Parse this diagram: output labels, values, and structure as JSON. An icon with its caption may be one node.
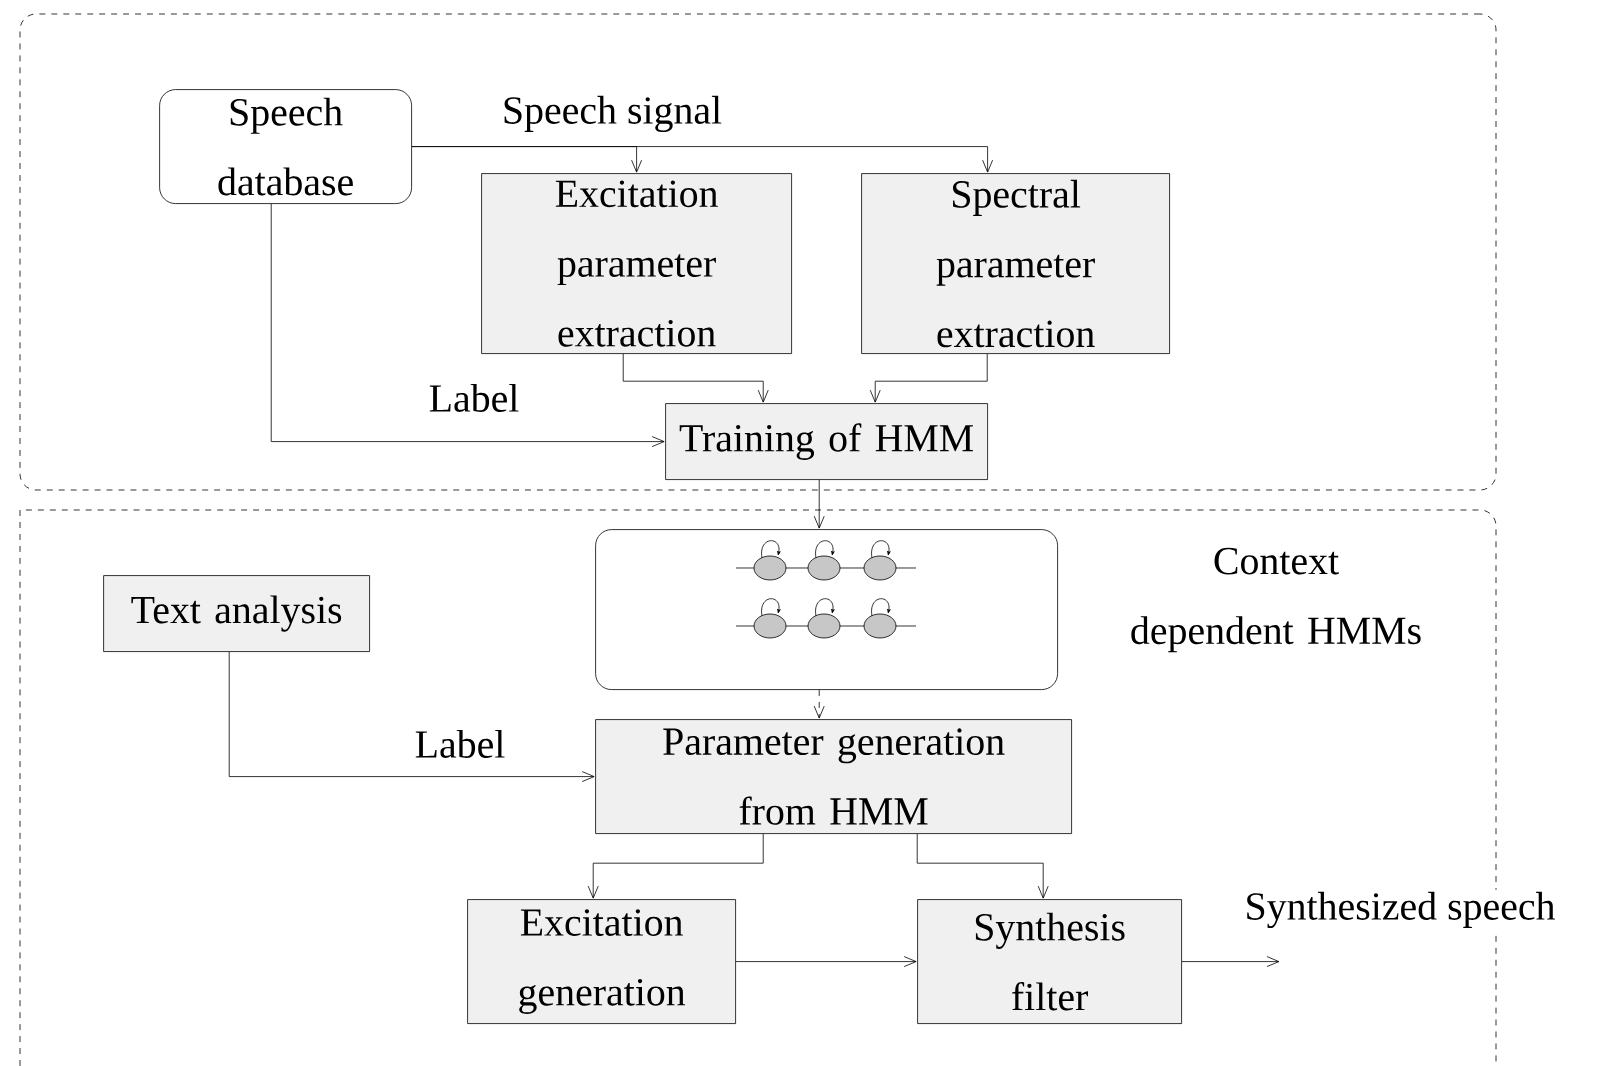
{
  "diagram": {
    "nodes": [
      {
        "text": [],
        "shape": "box"
      },
      {
        "text": [
          "Speech database"
        ],
        "in": 0
      },
      {
        "text": [
          "Excitation parameter extraction"
        ],
        "in": 0
      },
      {
        "text": [
          "Spectral parameter extraction"
        ],
        "in": 0
      },
      {
        "text": [
          "Training of HMM"
        ],
        "in": 0
      },
      {
        "text": [],
        "shape": "box"
      },
      {
        "text": [],
        "shape": "box",
        "beside": [
          "Context dependent HMMs"
        ],
        "in": 5
      },
      {
        "text": [
          "Text analysis"
        ],
        "in": 5
      },
      {
        "text": [
          "Parameter generation from HMM"
        ],
        "in": 5
      },
      {
        "text": [
          "Excitation generation"
        ],
        "in": 5
      },
      {
        "text": [
          "Synthesis filter"
        ],
        "in": 5
      }
    ],
    "edges": [
      {
        "from": 1,
        "to": 2,
        "arrow": "to",
        "label": "Speech signal"
      },
      {
        "from": 1,
        "to": 3,
        "arrow": "to"
      },
      {
        "from": 1,
        "to": 4,
        "arrow": "to",
        "label": "Label"
      },
      {
        "from": 2,
        "to": 4,
        "arrow": "to"
      },
      {
        "from": 3,
        "to": 4,
        "arrow": "to"
      },
      {
        "from": 4,
        "to": 6,
        "arrow": "to"
      },
      {
        "from": 6,
        "to": 8,
        "arrow": "to",
        "style": "dashed"
      },
      {
        "from": 7,
        "to": 8,
        "arrow": "to",
        "label": "Label"
      },
      {
        "from": 8,
        "to": 9,
        "arrow": "to"
      },
      {
        "from": 8,
        "to": 10,
        "arrow": "to"
      },
      {
        "from": 9,
        "to": 10,
        "arrow": "to"
      },
      {
        "from": 10,
        "to": null,
        "arrow": "to",
        "label": "Synthesized speech"
      }
    ]
  }
}
